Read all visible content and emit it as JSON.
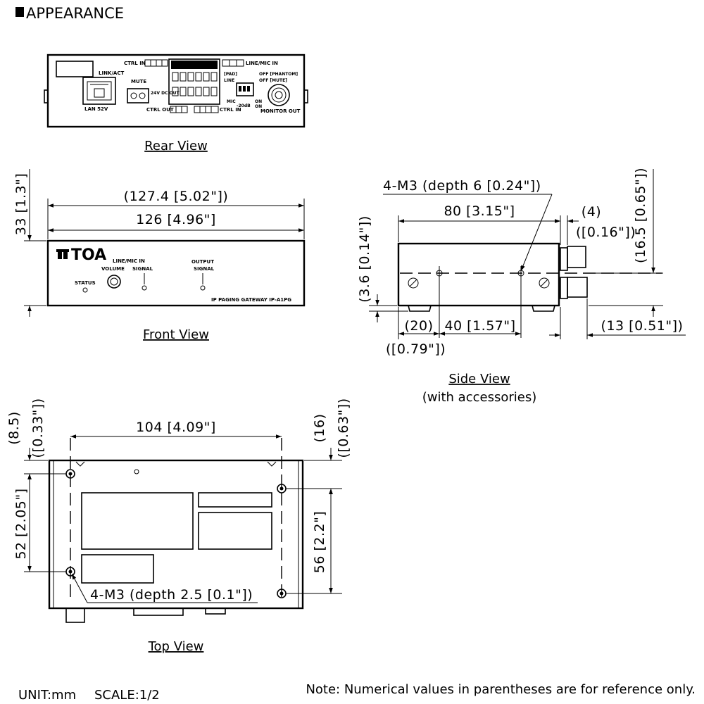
{
  "heading": "APPEARANCE",
  "views": {
    "rear": {
      "caption": "Rear View",
      "labels": {
        "ctrl_in_top": "CTRL IN",
        "line_mic_in": "LINE/MIC IN",
        "link_act": "LINK/ACT",
        "mute": "MUTE",
        "dc_out": "24V DC OUT",
        "pad": "[PAD]",
        "line": "LINE",
        "off_phantom": "OFF [PHANTOM]",
        "off_mute": "OFF [MUTE]",
        "mic": "MIC",
        "db": "-20dB",
        "on1": "ON",
        "on2": "ON",
        "lan": "LAN 52V",
        "ctrl_out": "CTRL OUT",
        "ctrl_in_bottom": "CTRL IN",
        "monitor_out": "MONITOR OUT"
      }
    },
    "front": {
      "caption": "Front View",
      "dim_width_ref": "(127.4 [5.02\"])",
      "dim_width": "126 [4.96\"]",
      "dim_height": "33 [1.3\"]",
      "logo": "TOA",
      "labels": {
        "line_mic_in": "LINE/MIC IN",
        "volume": "VOLUME",
        "signal_in": "SIGNAL",
        "output": "OUTPUT",
        "signal_out": "SIGNAL",
        "status": "STATUS",
        "model": "IP PAGING GATEWAY  IP-A1PG"
      }
    },
    "side": {
      "caption": "Side View",
      "subcaption": "(with accessories)",
      "dim_screw": "4-M3 (depth 6 [0.24\"])",
      "dim_80": "80 [3.15\"]",
      "dim_4": "(4)",
      "dim_4_in": "([0.16\"])",
      "dim_165": "(16.5 [0.65\"])",
      "dim_36": "(3.6 [0.14\"])",
      "dim_20": "(20)",
      "dim_20_in": "([0.79\"])",
      "dim_40": "40 [1.57\"]",
      "dim_13": "(13 [0.51\"])"
    },
    "top": {
      "caption": "Top View",
      "dim_104": "104 [4.09\"]",
      "dim_85": "(8.5)",
      "dim_85_in": "([0.33\"])",
      "dim_16": "(16)",
      "dim_16_in": "([0.63\"])",
      "dim_52": "52 [2.05\"]",
      "dim_56": "56 [2.2\"]",
      "dim_screw": "4-M3 (depth 2.5 [0.1\"])"
    }
  },
  "footer": {
    "unit": "UNIT:mm",
    "scale": "SCALE:1/2",
    "note": "Note: Numerical values in parentheses are for reference only."
  }
}
